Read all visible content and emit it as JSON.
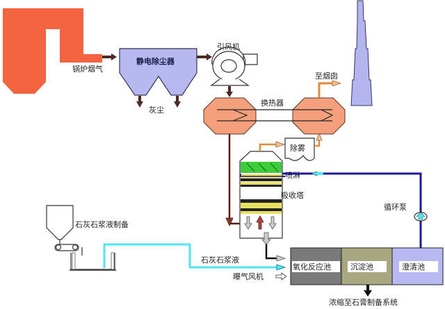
{
  "title": "石灰石-石膏湿法脱硫工艺流程",
  "colors": {
    "boiler": "#f26440",
    "esp": "#b8b8f0",
    "chimney": "#b4b4f0",
    "heat_exchanger": "#f5a07c",
    "flue_line": "#5a1a12",
    "clean_gas_line": "#e08a3c",
    "slurry_line": "#4fe6f0",
    "circulation_line": "#1a1a9a",
    "oxidation_pool": "#7a7a7a",
    "settling_pool": "#a8a880",
    "clarifier_pool": "#b8b8f4",
    "demister_layer": "#3ccc3c",
    "packing_layer": "#e8e060"
  },
  "labels": {
    "boiler_flue_gas": "锅炉烟气",
    "esp": "静电除尘器",
    "dust": "灰尘",
    "induced_fan": "引风机",
    "heat_exchanger": "换热器",
    "to_chimney": "至烟囱",
    "demister": "除雾",
    "spray": "喷淋",
    "absorber": "吸收塔",
    "circulation_pump": "循环泵",
    "limestone_prep": "石灰石浆液制备",
    "limestone_slurry": "石灰石浆液",
    "aeration_fan": "曝气风机",
    "oxidation_pool": "氧化反应池",
    "settling_pool": "沉淀池",
    "clarifier_pool": "澄清池",
    "to_gypsum": "浓缩至石膏制备系统"
  }
}
